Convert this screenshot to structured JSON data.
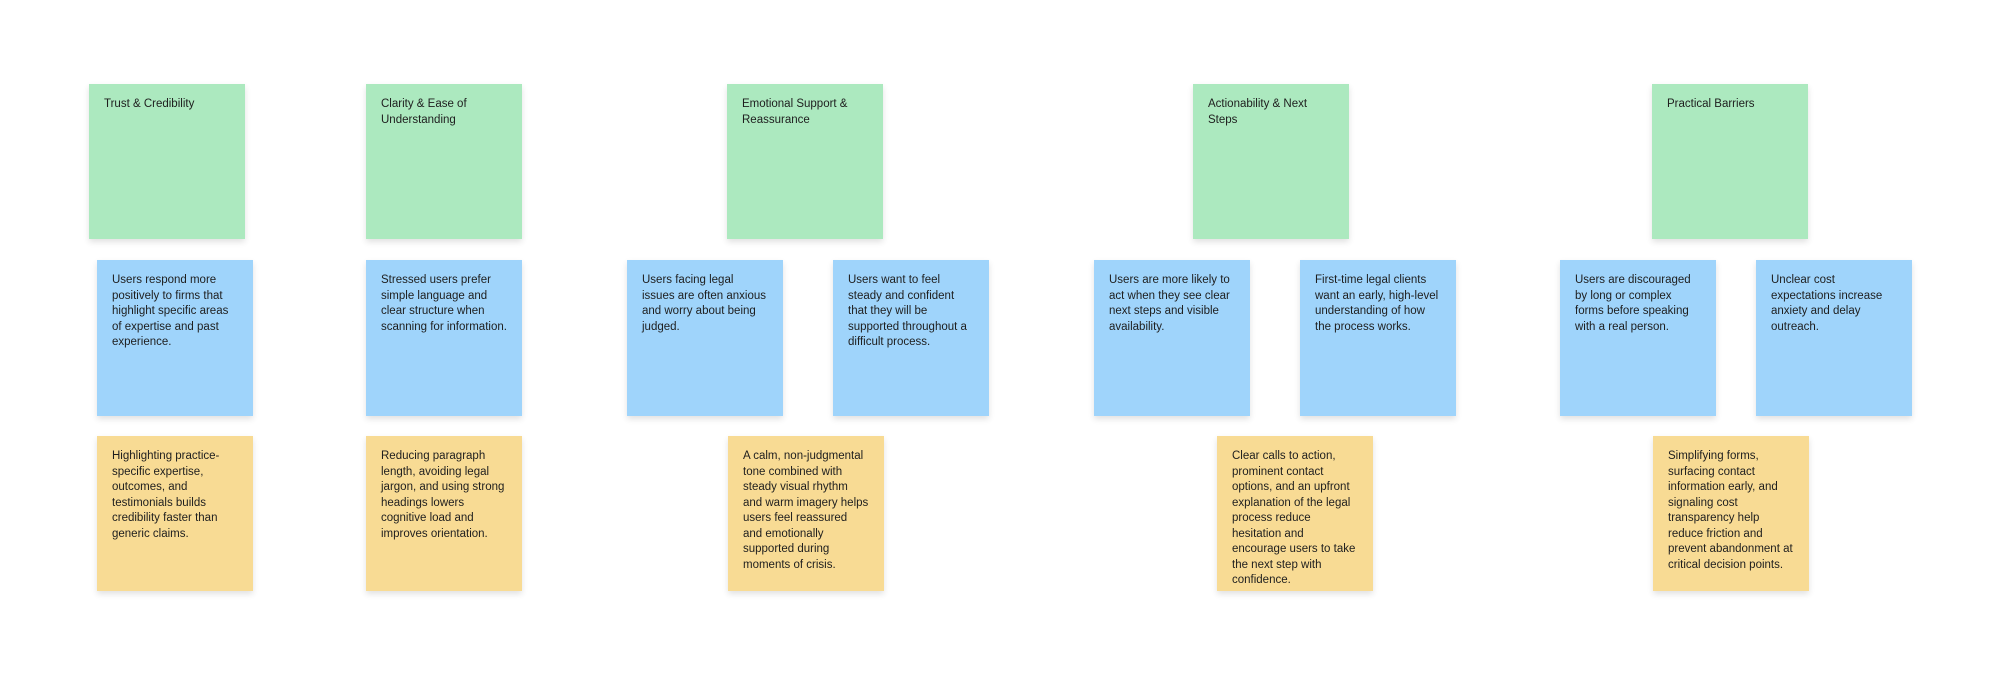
{
  "board": {
    "colors": {
      "background": "#ffffff",
      "category": "#ace9bf",
      "insight": "#9fd4fb",
      "recommendation": "#f8db94",
      "text": "#1e1e1e"
    },
    "groups": [
      {
        "category": "Trust & Credibility",
        "insights": [
          "Users respond more positively to firms that highlight specific areas of expertise and past experience."
        ],
        "recommendation": "Highlighting practice-specific expertise, outcomes, and testimonials builds credibility faster than generic claims."
      },
      {
        "category": "Clarity & Ease of Understanding",
        "insights": [
          "Stressed users prefer simple language and clear structure when scanning for information."
        ],
        "recommendation": "Reducing paragraph length, avoiding legal jargon, and using strong headings lowers cognitive load and improves orientation."
      },
      {
        "category": "Emotional Support & Reassurance",
        "insights": [
          "Users facing legal issues are often anxious and worry about being judged.",
          "Users want to feel steady and confident that they will be supported throughout a difficult process."
        ],
        "recommendation": "A calm, non-judgmental tone combined with steady visual rhythm and warm imagery helps users feel reassured and emotionally supported during moments of crisis."
      },
      {
        "category": "Actionability & Next Steps",
        "insights": [
          "Users are more likely to act when they see clear next steps and visible availability.",
          "First-time legal clients want an early, high-level understanding of how the process works."
        ],
        "recommendation": "Clear calls to action, prominent contact options, and an upfront explanation of the legal process reduce hesitation and encourage users to take the next step with confidence."
      },
      {
        "category": "Practical Barriers",
        "insights": [
          "Users are discouraged by long or complex forms before speaking with a real person.",
          "Unclear cost expectations increase anxiety and delay outreach."
        ],
        "recommendation": "Simplifying forms, surfacing contact information early, and signaling cost transparency help reduce friction and prevent abandonment at critical decision points."
      }
    ]
  }
}
